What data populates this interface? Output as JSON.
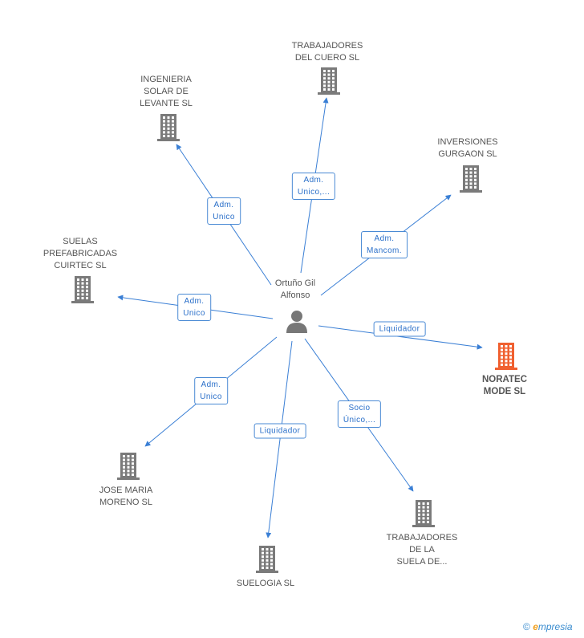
{
  "center": {
    "label": "Ortuño Gil\nAlfonso"
  },
  "colors": {
    "edge": "#3a7fd5",
    "building": "#7a7a7a",
    "focus_building": "#f06030",
    "person": "#777777"
  },
  "nodes": [
    {
      "id": "trabajadores-cuero",
      "label": "TRABAJADORES\nDEL CUERO SL",
      "focus": false
    },
    {
      "id": "ingenieria-solar",
      "label": "INGENIERIA\nSOLAR DE\nLEVANTE SL",
      "focus": false
    },
    {
      "id": "inversiones-gurgaon",
      "label": "INVERSIONES\nGURGAON SL",
      "focus": false
    },
    {
      "id": "suelas-prefabricadas",
      "label": "SUELAS\nPREFABRICADAS\nCUIRTEC SL",
      "focus": false
    },
    {
      "id": "noratec",
      "label": "NORATEC\nMODE SL",
      "focus": true
    },
    {
      "id": "jose-maria-moreno",
      "label": "JOSE MARIA\nMORENO SL",
      "focus": false
    },
    {
      "id": "suelogia",
      "label": "SUELOGIA SL",
      "focus": false
    },
    {
      "id": "trabajadores-suela",
      "label": "TRABAJADORES\nDE LA\nSUELA DE...",
      "focus": false
    }
  ],
  "edges": [
    {
      "target": "trabajadores-cuero",
      "label": "Adm.\nUnico,..."
    },
    {
      "target": "ingenieria-solar",
      "label": "Adm.\nUnico"
    },
    {
      "target": "inversiones-gurgaon",
      "label": "Adm.\nMancom."
    },
    {
      "target": "suelas-prefabricadas",
      "label": "Adm.\nUnico"
    },
    {
      "target": "noratec",
      "label": "Liquidador"
    },
    {
      "target": "jose-maria-moreno",
      "label": "Adm.\nUnico"
    },
    {
      "target": "suelogia",
      "label": "Liquidador"
    },
    {
      "target": "trabajadores-suela",
      "label": "Socio\nÚnico,..."
    }
  ],
  "footer": {
    "copyright": "©",
    "brand_e": "e",
    "brand_rest": "mpresia"
  }
}
